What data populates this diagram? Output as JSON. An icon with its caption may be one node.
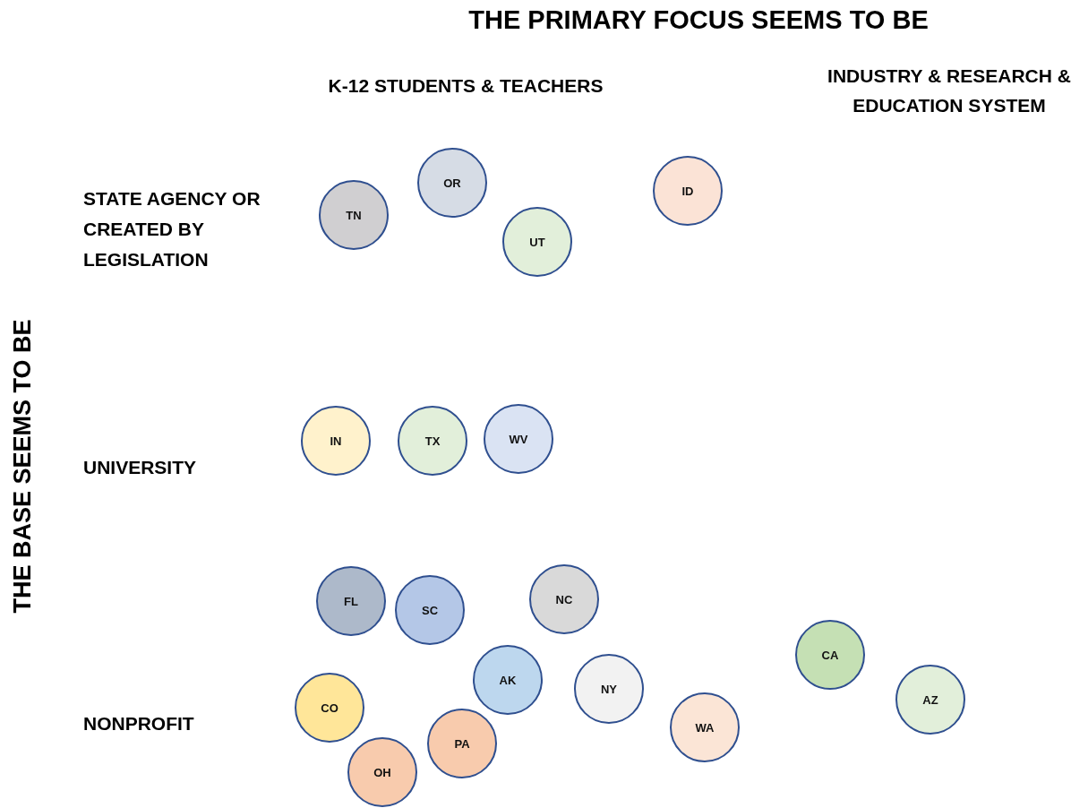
{
  "diagram": {
    "title": "THE PRIMARY FOCUS SEEMS TO BE",
    "nodes": [
      {
        "text": [
          "OR"
        ]
      },
      {
        "text": [
          "ID"
        ]
      },
      {
        "text": [
          "TN"
        ]
      },
      {
        "text": [
          "UT"
        ]
      },
      {
        "text": [
          "WV"
        ]
      },
      {
        "text": [
          "IN"
        ]
      },
      {
        "text": [
          "TX"
        ]
      },
      {
        "text": [
          "NC"
        ]
      },
      {
        "text": [
          "FL"
        ]
      },
      {
        "text": [
          "SC"
        ]
      },
      {
        "text": [
          "CA"
        ]
      },
      {
        "text": [
          "AK"
        ]
      },
      {
        "text": [
          "NY"
        ]
      },
      {
        "text": [
          "AZ"
        ]
      },
      {
        "text": [
          "CO"
        ]
      },
      {
        "text": [
          "WA"
        ]
      },
      {
        "text": [
          "PA"
        ]
      },
      {
        "text": [
          "OH"
        ]
      }
    ],
    "labels": [
      "K-12 STUDENTS & TEACHERS",
      "INDUSTRY & RESEARCH & EDUCATION SYSTEM",
      "STATE AGENCY OR CREATED BY LEGISLATION",
      "THE BASE SEEMS TO BE",
      "UNIVERSITY",
      "NONPROFIT"
    ]
  }
}
